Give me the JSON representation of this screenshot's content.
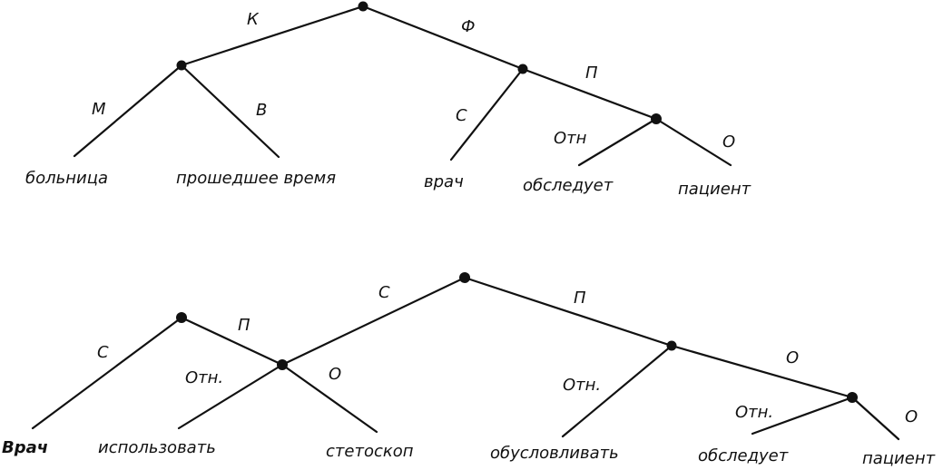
{
  "tree1": {
    "edge_labels": {
      "k": "К",
      "f": "Ф",
      "m": "М",
      "v": "В",
      "s": "С",
      "p": "П",
      "otn": "Отн",
      "o": "О"
    },
    "leaves": {
      "hospital": "больница",
      "past_time": "прошедшее время",
      "doctor": "врач",
      "examines": "обследует",
      "patient": "пациент"
    }
  },
  "tree2": {
    "edge_labels": {
      "s_left": "С",
      "p_left": "П",
      "otn_left": "Отн.",
      "o_left": "О",
      "s_top": "С",
      "p_top": "П",
      "otn_mid": "Отн.",
      "o_mid": "О",
      "otn_right": "Отн.",
      "o_right": "О"
    },
    "leaves": {
      "doctor": "Врач",
      "use": "использовать",
      "stethoscope": "стетоскоп",
      "condition": "обусловливать",
      "examines": "обследует",
      "patient": "пациент"
    }
  }
}
